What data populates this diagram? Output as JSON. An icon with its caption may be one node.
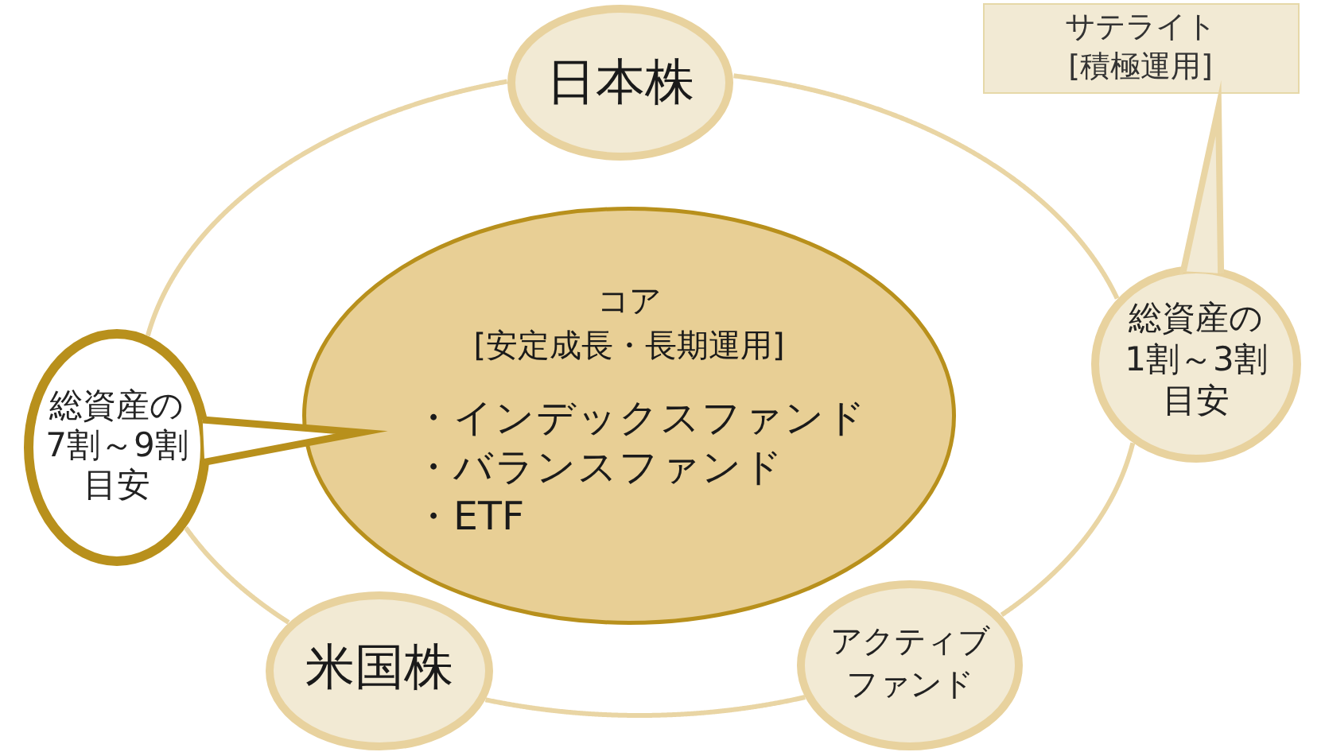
{
  "diagram": {
    "nodes": [
      {
        "text": [
          "日本株"
        ]
      },
      {
        "text": [
          "サテライト",
          "[積極運用]"
        ]
      },
      {
        "text": [
          "コア",
          "[安定成長・長期運用]",
          "・インデックスファンド",
          "・バランスファンド",
          "・ETF"
        ]
      },
      {
        "text": [
          "総資産の7割～9割目安"
        ]
      },
      {
        "text": [
          "総資産の1割～3割目安"
        ]
      },
      {
        "text": [
          "米国株"
        ]
      },
      {
        "text": [
          "アクティブファンド"
        ]
      }
    ],
    "edges": [
      {
        "from": 0,
        "to": 4,
        "arrow": "none"
      },
      {
        "from": 4,
        "to": 6,
        "arrow": "none"
      },
      {
        "from": 6,
        "to": 5,
        "arrow": "none"
      },
      {
        "from": 5,
        "to": 3,
        "arrow": "none"
      },
      {
        "from": 3,
        "to": 0,
        "arrow": "none"
      },
      {
        "from": 3,
        "to": 2,
        "arrow": "none",
        "color": "#b8901c"
      },
      {
        "from": 4,
        "to": 1,
        "arrow": "none"
      }
    ]
  }
}
